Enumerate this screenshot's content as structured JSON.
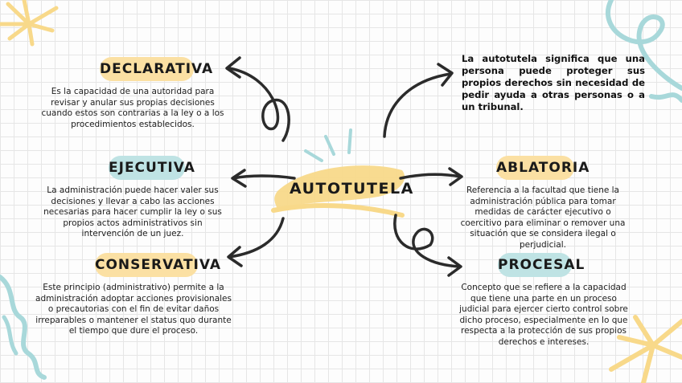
{
  "center": {
    "title": "AUTOTUTELA"
  },
  "definition": "La autotutela significa que una persona puede proteger sus propios derechos sin necesidad de pedir ayuda a otras personas o a un tribunal.",
  "nodes": {
    "declarativa": {
      "label": "DECLARATIVA",
      "text": "Es la capacidad de una autoridad para revisar y anular sus propias decisiones cuando estos son contrarias a la ley o a los procedimientos establecidos."
    },
    "ejecutiva": {
      "label": "EJECUTIVA",
      "text": "La administración puede hacer valer sus decisiones y llevar a cabo las acciones necesarias para hacer cumplir la ley o sus propios actos administrativos sin intervención de un juez."
    },
    "conservativa": {
      "label": "CONSERVATIVA",
      "text": "Este principio (administrativo) permite a la administración adoptar acciones provisionales o precautorias con el fin de evitar daños irreparables o mantener el status quo durante el tiempo que dure el proceso."
    },
    "ablatoria": {
      "label": "ABLATORIA",
      "text": "Referencia a la facultad que tiene la administración pública para tomar medidas de carácter ejecutivo o coercitivo para eliminar o remover una situación que se considera ilegal o perjudicial."
    },
    "procesal": {
      "label": "PROCESAL",
      "text": "Concepto que se refiere a la capacidad que tiene una parte en un proceso judicial para ejercer cierto control sobre dicho proceso, especialmente en lo que respecta a la protección de sus propios derechos e intereses."
    }
  },
  "colors": {
    "yellow": "#fbe0a3",
    "teal": "#bfe3e4",
    "ink": "#2b2b2b",
    "scribble_teal": "#a8d8da",
    "scribble_yellow": "#f8d98a"
  }
}
